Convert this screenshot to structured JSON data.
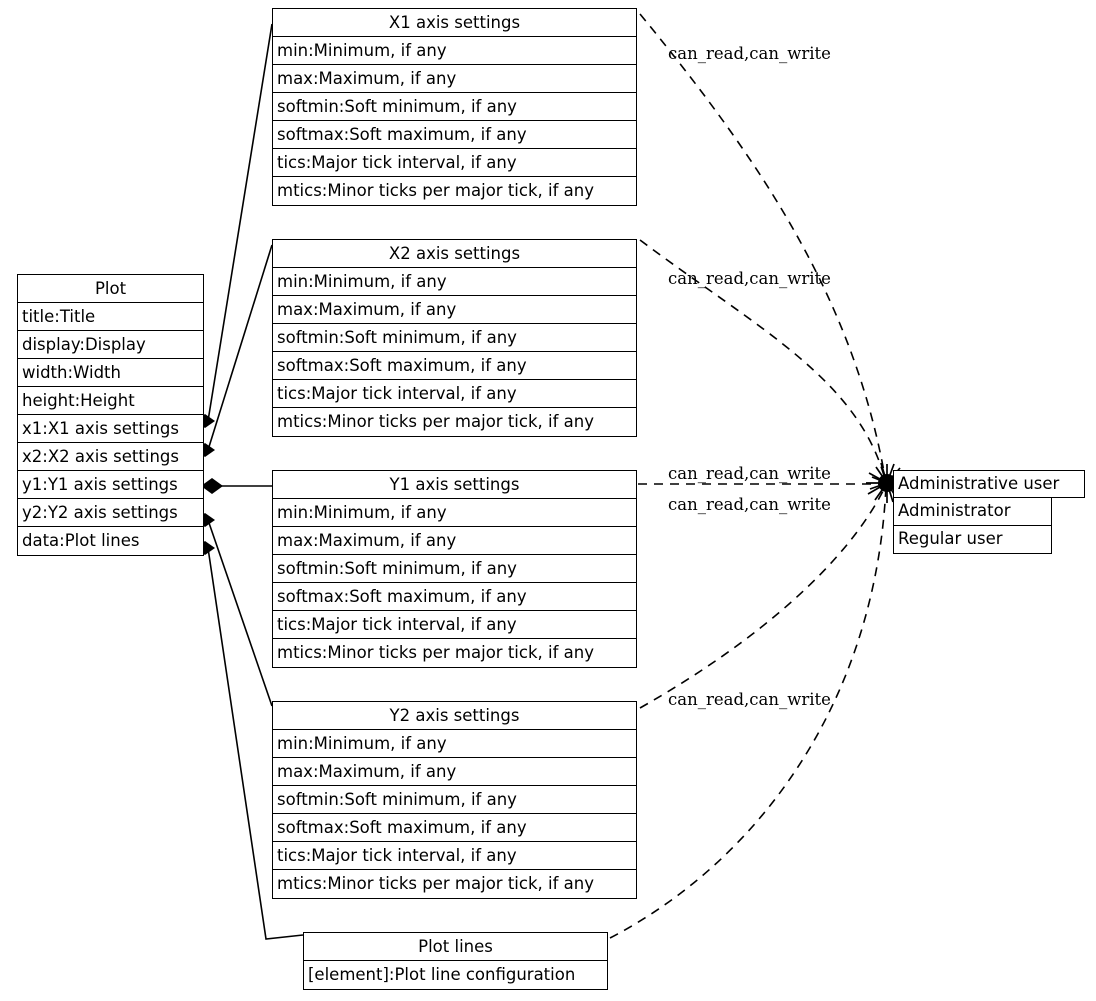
{
  "diagram": {
    "kind": "uml-class-diagram",
    "classes": {
      "plot": {
        "title": "Plot",
        "attributes": [
          "title:Title",
          "display:Display",
          "width:Width",
          "height:Height",
          "x1:X1 axis settings",
          "x2:X2 axis settings",
          "y1:Y1 axis settings",
          "y2:Y2 axis settings",
          "data:Plot lines"
        ]
      },
      "x1": {
        "title": "X1 axis settings",
        "attributes": [
          "min:Minimum, if any",
          "max:Maximum, if any",
          "softmin:Soft minimum, if any",
          "softmax:Soft maximum, if any",
          "tics:Major tick interval, if any",
          "mtics:Minor ticks per major tick, if any"
        ]
      },
      "x2": {
        "title": "X2 axis settings",
        "attributes": [
          "min:Minimum, if any",
          "max:Maximum, if any",
          "softmin:Soft minimum, if any",
          "softmax:Soft maximum, if any",
          "tics:Major tick interval, if any",
          "mtics:Minor ticks per major tick, if any"
        ]
      },
      "y1": {
        "title": "Y1 axis settings",
        "attributes": [
          "min:Minimum, if any",
          "max:Maximum, if any",
          "softmin:Soft minimum, if any",
          "softmax:Soft maximum, if any",
          "tics:Major tick interval, if any",
          "mtics:Minor ticks per major tick, if any"
        ]
      },
      "y2": {
        "title": "Y2 axis settings",
        "attributes": [
          "min:Minimum, if any",
          "max:Maximum, if any",
          "softmin:Soft minimum, if any",
          "softmax:Soft maximum, if any",
          "tics:Major tick interval, if any",
          "mtics:Minor ticks per major tick, if any"
        ]
      },
      "plotlines": {
        "title": "Plot lines",
        "attributes": [
          "[element]:Plot line configuration"
        ]
      },
      "admin_user": {
        "title": "Administrative user",
        "rows": [
          "Administrator",
          "Regular user"
        ]
      }
    },
    "edge_labels": [
      "can_read,can_write",
      "can_read,can_write",
      "can_read,can_write",
      "can_read,can_write",
      "can_read,can_write"
    ],
    "colors": {
      "stroke": "#000000",
      "background": "#ffffff",
      "text": "#000000"
    }
  }
}
